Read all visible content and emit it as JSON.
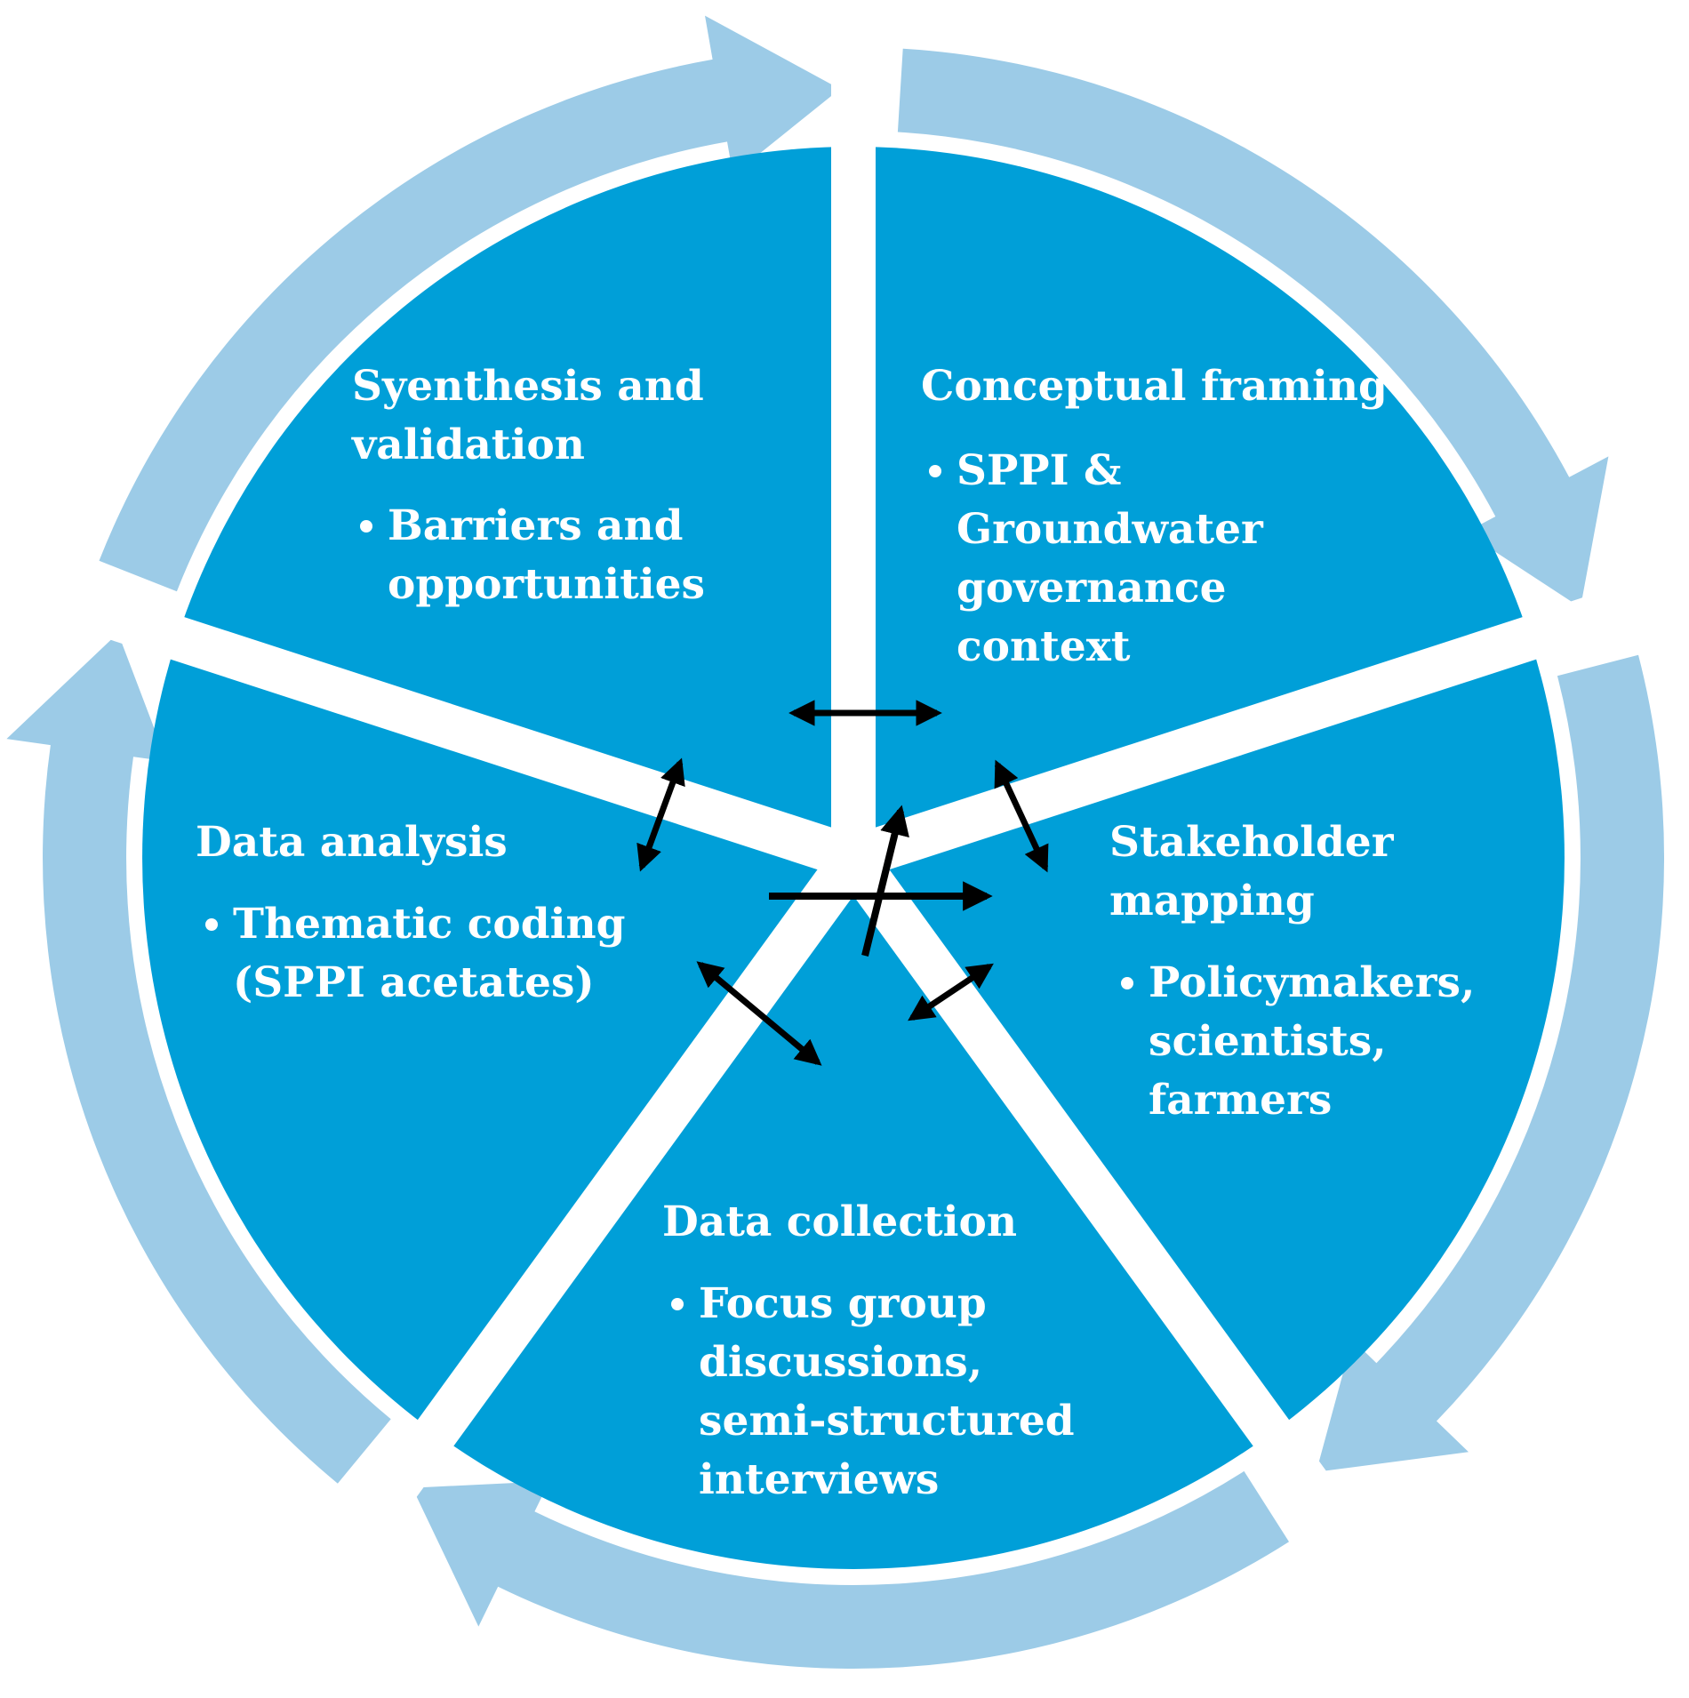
{
  "colors": {
    "segment_fill": "#009fd8",
    "ring_fill": "#9ccbe7",
    "gap": "#ffffff",
    "text": "#ffffff",
    "connector": "#000000"
  },
  "segments": [
    {
      "id": "conceptual-framing",
      "title_lines": [
        "Conceptual framing"
      ],
      "bullet_lines": [
        "SPPI &",
        "Groundwater",
        "governance",
        "context"
      ]
    },
    {
      "id": "stakeholder-mapping",
      "title_lines": [
        "Stakeholder",
        "mapping"
      ],
      "bullet_lines": [
        "Policymakers,",
        "scientists,",
        "farmers"
      ]
    },
    {
      "id": "data-collection",
      "title_lines": [
        "Data collection"
      ],
      "bullet_lines": [
        "Focus group",
        "discussions,",
        "semi-structured",
        "interviews"
      ]
    },
    {
      "id": "data-analysis",
      "title_lines": [
        "Data analysis"
      ],
      "bullet_lines": [
        "Thematic coding",
        "(SPPI acetates)"
      ]
    },
    {
      "id": "synthesis-validation",
      "title_lines": [
        "Syenthesis and",
        "validation"
      ],
      "bullet_lines": [
        "Barriers and",
        "opportunities"
      ]
    }
  ]
}
